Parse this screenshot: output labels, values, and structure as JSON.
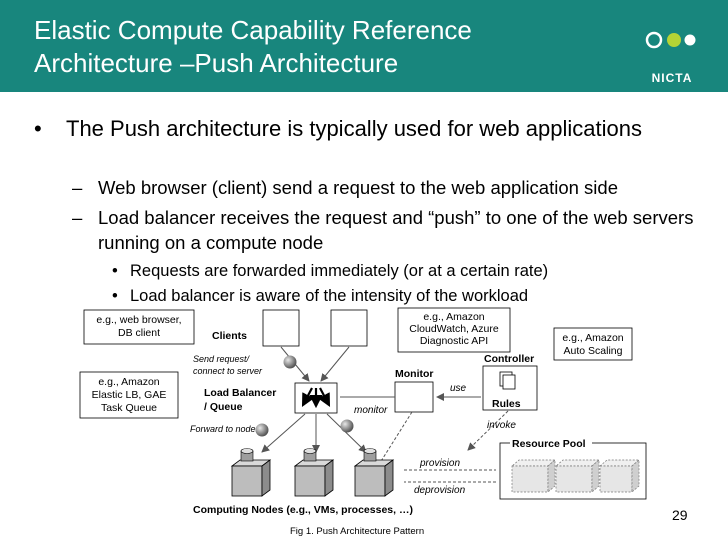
{
  "title": {
    "line1": "Elastic Compute Capability Reference",
    "line2": "Architecture –Push Architecture"
  },
  "logo": {
    "text": "NICTA"
  },
  "bullets": {
    "main": "The Push architecture is typically used for web applications",
    "sub1": "Web browser (client) send a request to the web application side",
    "sub2": "Load balancer receives the request and “push” to one of the web servers running on a compute node",
    "sub2a": "Requests are forwarded immediately (or at a certain rate)",
    "sub2b": "Load balancer is aware of the intensity of the workload"
  },
  "diagram": {
    "note_clients_l1": "e.g., web browser,",
    "note_clients_l2": "DB client",
    "clients_label": "Clients",
    "note_monitor_l1": "e.g., Amazon",
    "note_monitor_l2": "CloudWatch, Azure",
    "note_monitor_l3": "Diagnostic API",
    "note_autoscale_l1": "e.g., Amazon",
    "note_autoscale_l2": "Auto Scaling",
    "send_request_l1": "Send request/",
    "send_request_l2": "connect to server",
    "monitor_label": "Monitor",
    "controller_label": "Controller",
    "note_lb_l1": "e.g., Amazon",
    "note_lb_l2": "Elastic LB, GAE",
    "note_lb_l3": "Task Queue",
    "lb_label_l1": "Load Balancer",
    "lb_label_l2": "/ Queue",
    "use_label": "use",
    "rules_label": "Rules",
    "monitor_edge_label": "monitor",
    "forward_label": "Forward to nodes",
    "invoke_label": "invoke",
    "resource_pool_label": "Resource Pool",
    "provision_label": "provision",
    "deprovision_label": "deprovision",
    "computing_nodes_label": "Computing Nodes (e.g., VMs, processes, …)"
  },
  "page_number": "29",
  "caption": "Fig 1. Push Architecture Pattern",
  "colors": {
    "header": "#18867d",
    "logo_dot": "#b5d335"
  }
}
